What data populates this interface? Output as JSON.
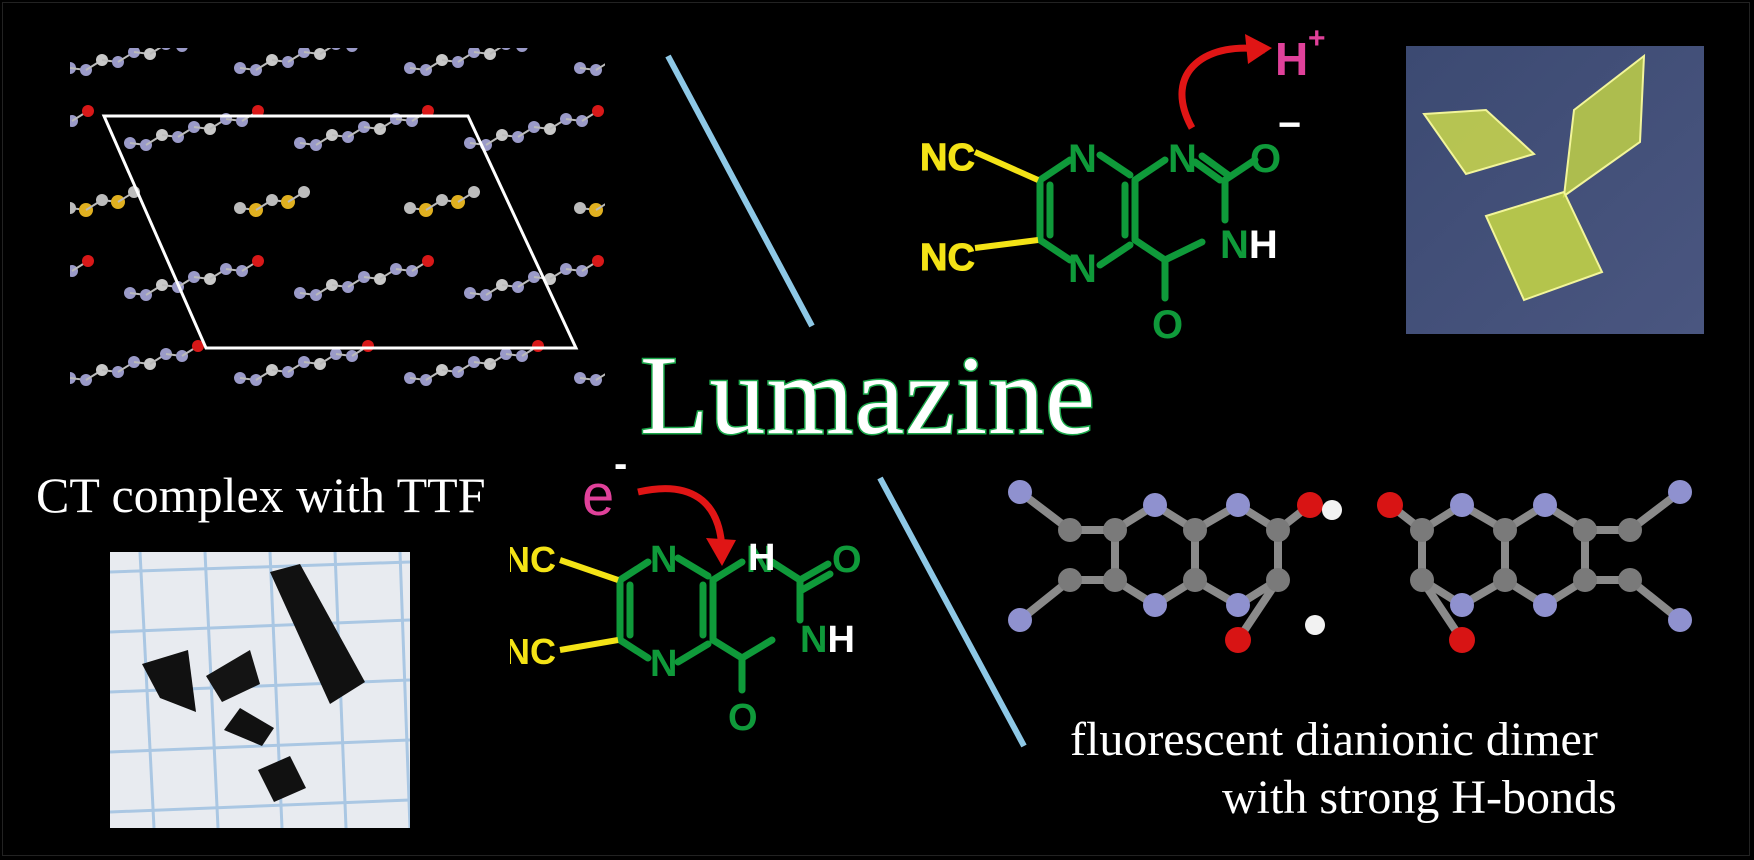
{
  "title": "Lumazine",
  "captions": {
    "ct_complex": "CT complex with TTF",
    "electron": "e",
    "electron_sup": "-",
    "dimer_line1": "fluorescent dianionic dimer",
    "dimer_line2": "with strong H-bonds"
  },
  "proton_label": "H",
  "proton_sup": "+",
  "upper_molecule": {
    "groups": [
      "NC",
      "NC"
    ],
    "atoms": [
      "N",
      "N",
      "N",
      "O",
      "NH",
      "O"
    ],
    "charge": "−"
  },
  "lower_molecule": {
    "groups": [
      "NC",
      "NC"
    ],
    "atoms": [
      "N",
      "N",
      "N",
      "H",
      "O",
      "NH",
      "O"
    ]
  },
  "colors": {
    "background": "#000000",
    "green": "#0f9a3a",
    "yellow": "#f4e316",
    "magenta": "#e0419a",
    "red_arrow": "#e01515",
    "divider": "#8ec8e6",
    "title_stroke": "#1aa84a"
  }
}
